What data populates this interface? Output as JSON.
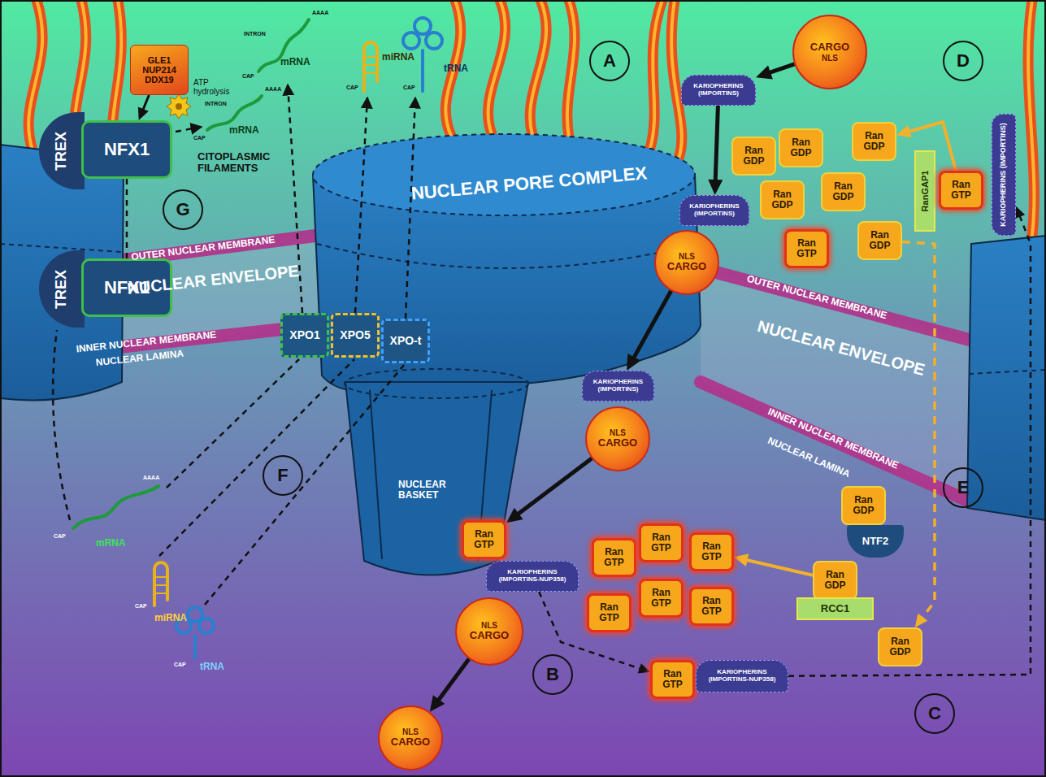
{
  "diagram": {
    "nodes": [
      {
        "text": [
          "GLE1 NUP214 DDX19"
        ]
      },
      {
        "text": [
          "TREX"
        ]
      },
      {
        "text": [
          "NFX1"
        ]
      },
      {
        "text": [
          "G"
        ]
      },
      {
        "text": [
          "A"
        ]
      },
      {
        "text": [
          "CARGO",
          "NLS"
        ]
      },
      {
        "text": [
          "KARIOPHERINS (IMPORTINS)"
        ]
      },
      {
        "text": [
          "D"
        ]
      },
      {
        "text": [
          "Ran GDP"
        ]
      },
      {
        "text": [
          "Ran GDP"
        ]
      },
      {
        "text": [
          "Ran GDP"
        ]
      },
      {
        "text": [
          "Ran GDP"
        ]
      },
      {
        "text": [
          "Ran GDP"
        ]
      },
      {
        "text": [
          "Ran GTP"
        ]
      },
      {
        "text": [
          "Ran GDP"
        ]
      },
      {
        "text": [
          "RanGAP1"
        ]
      },
      {
        "text": [
          "Ran GTP"
        ]
      },
      {
        "text": [
          "KARIOPHERINS (IMPORTINS)"
        ]
      },
      {
        "text": [
          "TREX"
        ]
      },
      {
        "text": [
          "NFX1"
        ]
      },
      {
        "text": [
          "XPO1"
        ]
      },
      {
        "text": [
          "XPO5"
        ]
      },
      {
        "text": [
          "XPO-t"
        ]
      },
      {
        "text": [
          "KARIOPHERINS (IMPORTINS)"
        ]
      },
      {
        "text": [
          "NLS",
          "CARGO"
        ]
      },
      {
        "text": [
          "KARIOPHERINS (IMPORTINS)"
        ]
      },
      {
        "text": [
          "NLS",
          "CARGO"
        ]
      },
      {
        "text": [
          "F"
        ]
      },
      {
        "text": [
          "Ran GDP"
        ]
      },
      {
        "text": [
          "NTF2"
        ]
      },
      {
        "text": [
          "E"
        ]
      },
      {
        "text": [
          "Ran GTP"
        ]
      },
      {
        "text": [
          "Ran GTP"
        ]
      },
      {
        "text": [
          "Ran GTP"
        ]
      },
      {
        "text": [
          "Ran GTP"
        ]
      },
      {
        "text": [
          "Ran GTP"
        ]
      },
      {
        "text": [
          "Ran GTP"
        ]
      },
      {
        "text": [
          "Ran GTP"
        ]
      },
      {
        "text": [
          "Ran GDP"
        ]
      },
      {
        "text": [
          "RCC1"
        ]
      },
      {
        "text": [
          "KARIOPHERINS (IMPORTINS-NUP358)"
        ]
      },
      {
        "text": [
          "Ran GDP"
        ]
      },
      {
        "text": [
          "NLS",
          "CARGO"
        ]
      },
      {
        "text": [
          "B"
        ]
      },
      {
        "text": [
          "Ran GTP"
        ]
      },
      {
        "text": [
          "KARIOPHERINS (IMPORTINS-NUP358)"
        ]
      },
      {
        "text": [
          "C"
        ]
      },
      {
        "text": [
          "NLS",
          "CARGO"
        ]
      }
    ],
    "edges": [
      {
        "from": 0,
        "to": 2,
        "arrow": "to"
      },
      {
        "from": 19,
        "to": 2,
        "arrow": "none"
      },
      {
        "from": 5,
        "to": 6,
        "arrow": "to"
      },
      {
        "from": 6,
        "to": 23,
        "arrow": "to"
      },
      {
        "from": 24,
        "to": 25,
        "arrow": "to"
      },
      {
        "from": 26,
        "to": 31,
        "arrow": "to"
      },
      {
        "from": 42,
        "to": 47,
        "arrow": "to"
      },
      {
        "from": 40,
        "to": 44,
        "arrow": "to"
      },
      {
        "from": 45,
        "to": 17,
        "arrow": "to"
      },
      {
        "from": 16,
        "to": 10,
        "arrow": "to"
      },
      {
        "from": 14,
        "to": 41,
        "arrow": "to"
      },
      {
        "from": 38,
        "to": 34,
        "arrow": "to"
      }
    ],
    "labels": [
      "CITOPLASMIC FILAMENTS",
      "ATP hydrolysis",
      "CAP",
      "INTRON",
      "AAAA",
      "mRNA",
      "CAP",
      "INTRON",
      "AAAA",
      "mRNA",
      "CAP",
      "miRNA",
      "CAP",
      "tRNA",
      "NUCLEAR PORE COMPLEX",
      "OUTER NUCLEAR MEMBRANE",
      "NUCLEAR ENVELOPE",
      "INNER NUCLEAR MEMBRANE",
      "NUCLEAR LAMINA",
      "OUTER NUCLEAR MEMBRANE",
      "NUCLEAR ENVELOPE",
      "INNER NUCLEAR MEMBRANE",
      "NUCLEAR LAMINA",
      "NUCLEAR BASKET",
      "AAAA",
      "CAP",
      "mRNA",
      "CAP",
      "miRNA",
      "CAP",
      "tRNA"
    ]
  }
}
